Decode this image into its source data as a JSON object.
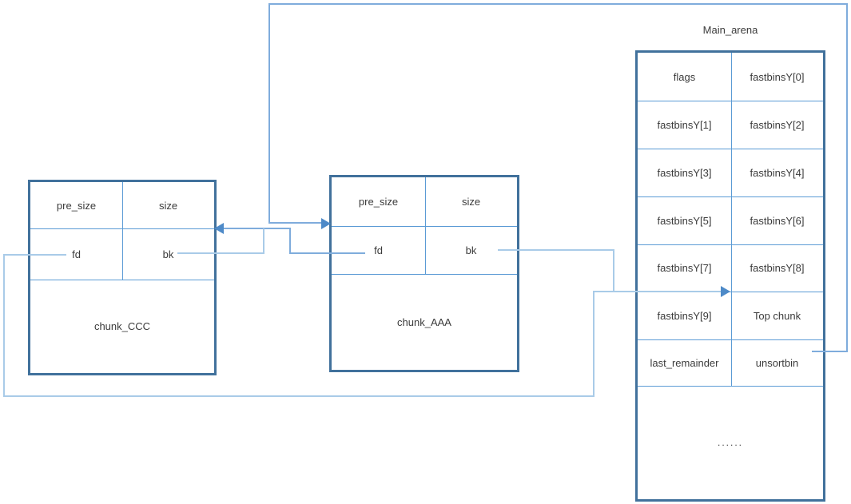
{
  "diagram": {
    "title": "Main_arena",
    "chunk_ccc": {
      "pre_size": "pre_size",
      "size": "size",
      "fd": "fd",
      "bk": "bk",
      "label": "chunk_CCC"
    },
    "chunk_aaa": {
      "pre_size": "pre_size",
      "size": "size",
      "fd": "fd",
      "bk": "bk",
      "label": "chunk_AAA"
    },
    "arena": {
      "rows": [
        {
          "left": "flags",
          "right": "fastbinsY[0]"
        },
        {
          "left": "fastbinsY[1]",
          "right": "fastbinsY[2]"
        },
        {
          "left": "fastbinsY[3]",
          "right": "fastbinsY[4]"
        },
        {
          "left": "fastbinsY[5]",
          "right": "fastbinsY[6]"
        },
        {
          "left": "fastbinsY[7]",
          "right": "fastbinsY[8]"
        },
        {
          "left": "fastbinsY[9]",
          "right": "Top chunk"
        },
        {
          "left": "last_remainder",
          "right": "unsortbin"
        }
      ],
      "ellipsis": "......"
    },
    "colors": {
      "border_dark": "#41719C",
      "divider": "#5B9BD5",
      "connector": "#7FACDC",
      "connector_light": "#A9CBE8",
      "arrow": "#4E8AC8",
      "text": "#3B3B3B"
    }
  }
}
